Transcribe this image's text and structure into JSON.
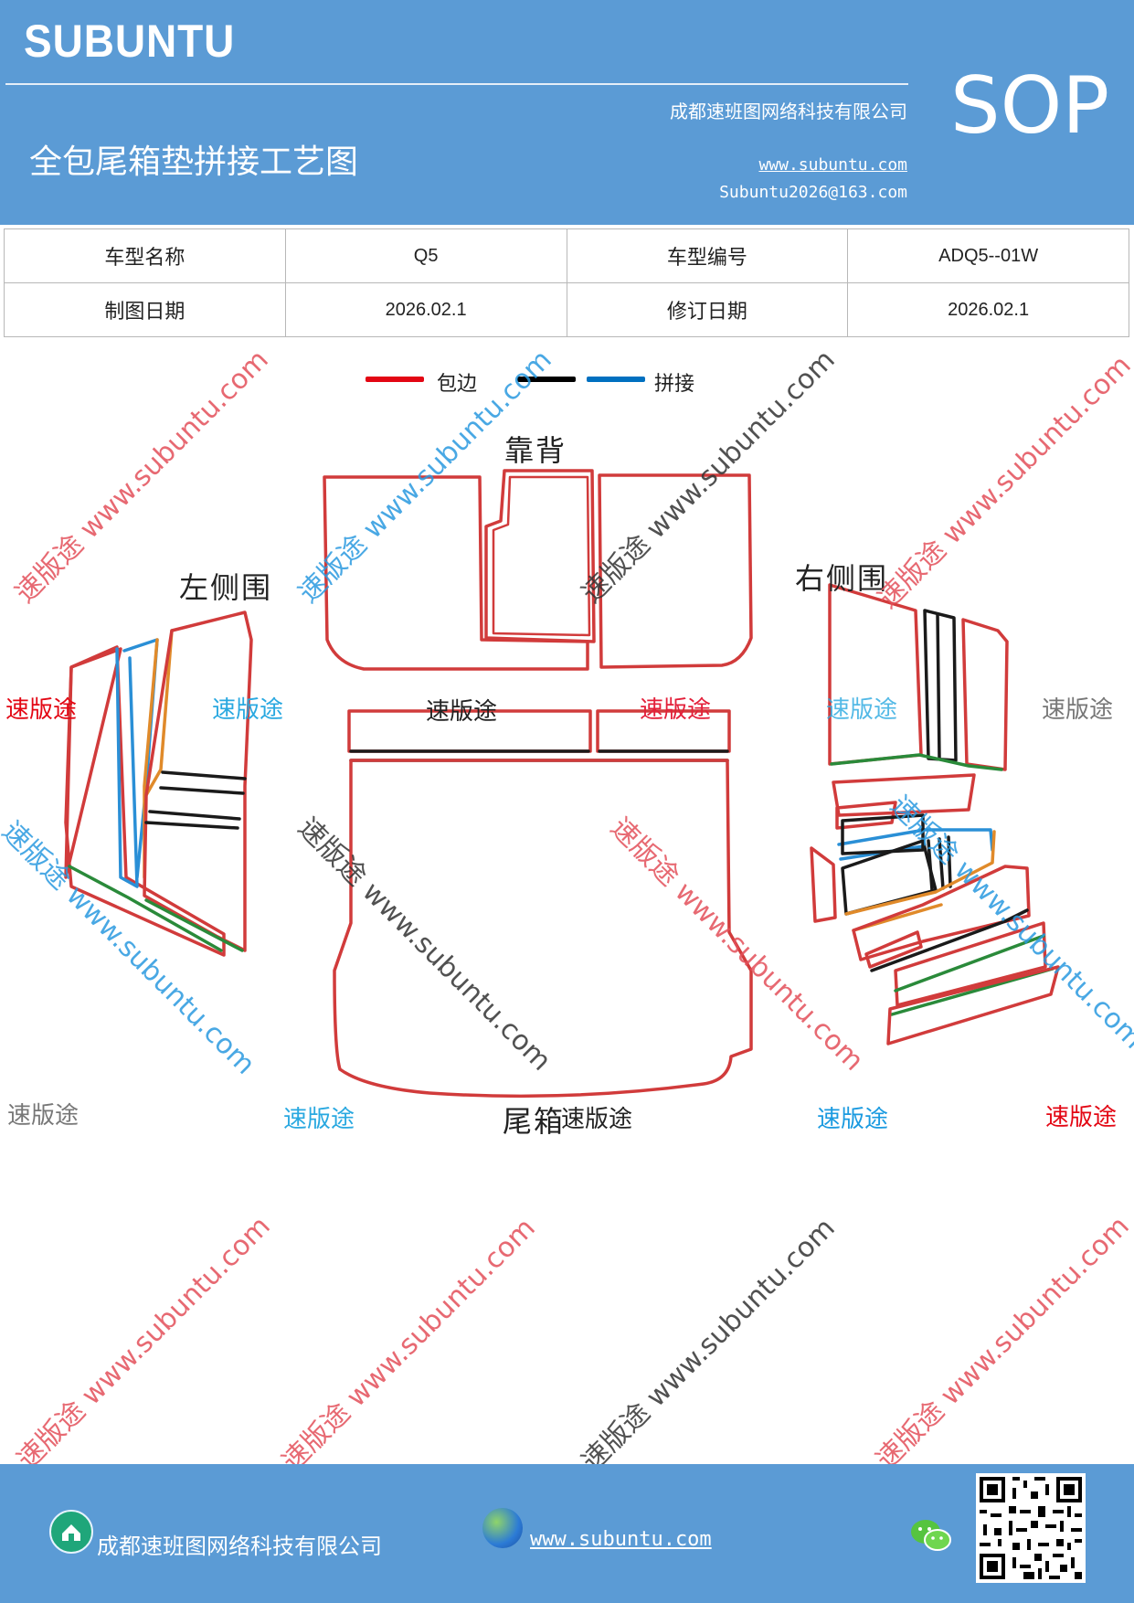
{
  "header": {
    "brand": "SUBUNTU",
    "company": "成都速班图网络科技有限公司",
    "title": "全包尾箱垫拼接工艺图",
    "website": "www.subuntu.com",
    "email": "Subuntu2026@163.com",
    "badge": "SOP"
  },
  "info_table": {
    "rows": [
      {
        "label1": "车型名称",
        "value1": "Q5",
        "label2": "车型编号",
        "value2": "ADQ5--01W"
      },
      {
        "label1": "制图日期",
        "value1": "2026.02.1",
        "label2": "修订日期",
        "value2": "2026.02.1"
      }
    ]
  },
  "legend": {
    "items": [
      {
        "label": "包边",
        "color": "#e30613"
      },
      {
        "label": "",
        "color": "#000000"
      },
      {
        "label": "拼接",
        "color": "#0070c0"
      }
    ]
  },
  "regions": {
    "backrest": "靠背",
    "left_side": "左侧围",
    "right_side": "右侧围",
    "trunk": "尾箱"
  },
  "watermarks": {
    "short": "速版途",
    "long": "速版途 www.subuntu.com",
    "url": "www.subuntu.com"
  },
  "colors": {
    "red": "#d13b3b",
    "black": "#1a1a1a",
    "blue": "#2a8fd6",
    "orange": "#e08a2a",
    "green": "#2a8a3a",
    "header_bg": "#5b9bd5"
  },
  "footer": {
    "company": "成都速班图网络科技有限公司",
    "website": "www.subuntu.com",
    "icons": [
      "home-icon",
      "globe-icon",
      "wechat-icon",
      "qr-code"
    ]
  }
}
